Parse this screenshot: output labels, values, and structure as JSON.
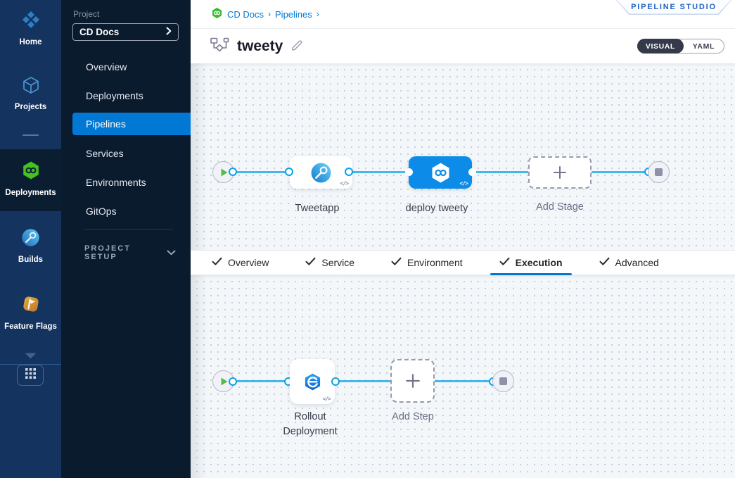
{
  "nav_rail": {
    "items": [
      {
        "id": "home",
        "label": "Home",
        "active": false
      },
      {
        "id": "projects",
        "label": "Projects",
        "active": false
      },
      {
        "id": "deployments",
        "label": "Deployments",
        "active": true
      },
      {
        "id": "builds",
        "label": "Builds",
        "active": false
      },
      {
        "id": "feature-flags",
        "label": "Feature Flags",
        "active": false
      }
    ]
  },
  "sidebar": {
    "project_label": "Project",
    "project_name": "CD Docs",
    "items": [
      "Overview",
      "Deployments",
      "Pipelines",
      "Services",
      "Environments",
      "GitOps"
    ],
    "active_item": "Pipelines",
    "project_setup_label": "PROJECT SETUP"
  },
  "header": {
    "breadcrumb": {
      "items": [
        "CD Docs",
        "Pipelines"
      ],
      "separator": "›"
    },
    "studio_badge": "PIPELINE STUDIO",
    "pipeline_name": "tweety",
    "view_toggle": {
      "visual": "VISUAL",
      "yaml": "YAML",
      "selected": "VISUAL"
    }
  },
  "stage_canvas": {
    "stages": [
      {
        "name": "Tweetapp",
        "selected": false
      },
      {
        "name": "deploy tweety",
        "selected": true
      }
    ],
    "add_stage_label": "Add Stage",
    "code_glyph": "</>"
  },
  "tabs": {
    "items": [
      "Overview",
      "Service",
      "Environment",
      "Execution",
      "Advanced"
    ],
    "active": "Execution"
  },
  "execution_canvas": {
    "steps": [
      {
        "name": "Rollout Deployment"
      }
    ],
    "add_step_label": "Add Step",
    "code_glyph": "</>"
  },
  "colors": {
    "accent": "#0278d5",
    "selected_node": "#0c8ce8",
    "flow_line": "#45b7e8",
    "success_green": "#53bd4a",
    "rail_bg": "#14335f",
    "panel_bg": "#0a1b2d",
    "canvas_bg": "#f3f7fa"
  }
}
